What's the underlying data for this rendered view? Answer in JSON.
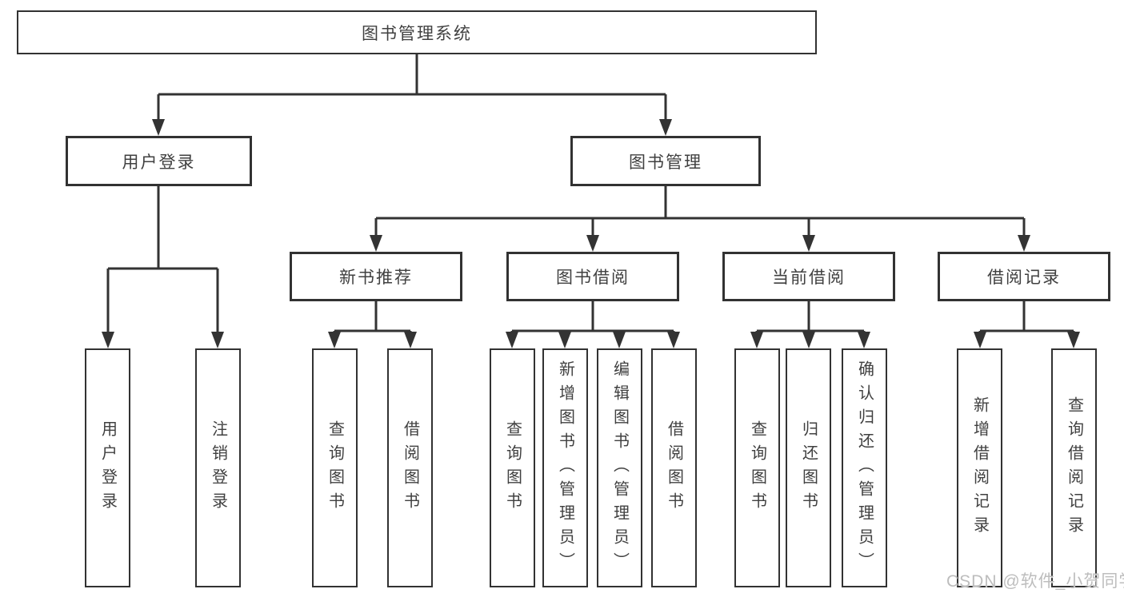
{
  "tree": {
    "label": "图书管理系统",
    "children": [
      {
        "label": "用户登录",
        "children": [
          {
            "label": "用户登录"
          },
          {
            "label": "注销登录"
          }
        ]
      },
      {
        "label": "图书管理",
        "children": [
          {
            "label": "新书推荐",
            "children": [
              {
                "label": "查询图书"
              },
              {
                "label": "借阅图书"
              }
            ]
          },
          {
            "label": "图书借阅",
            "children": [
              {
                "label": "查询图书"
              },
              {
                "label": "新增图书（管理员）"
              },
              {
                "label": "编辑图书（管理员）"
              },
              {
                "label": "借阅图书"
              }
            ]
          },
          {
            "label": "当前借阅",
            "children": [
              {
                "label": "查询图书"
              },
              {
                "label": "归还图书"
              },
              {
                "label": "确认归还（管理员）"
              }
            ]
          },
          {
            "label": "借阅记录",
            "children": [
              {
                "label": "新增借阅记录"
              },
              {
                "label": "查询借阅记录"
              }
            ]
          }
        ]
      }
    ]
  },
  "watermark": {
    "text": "CSDN @软件_小贺同学"
  },
  "colors": {
    "line": "#333333",
    "box_border": "#323232",
    "text": "#404040",
    "watermark": "#bdbdbd",
    "background": "#ffffff"
  }
}
